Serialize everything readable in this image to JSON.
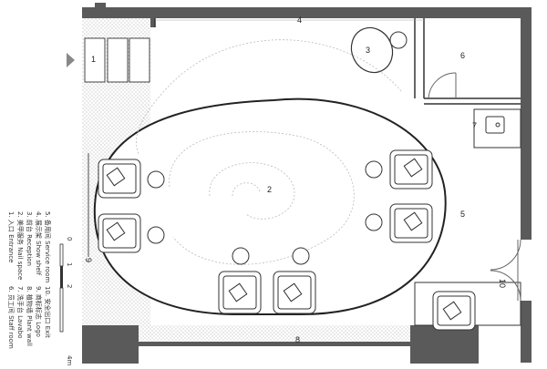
{
  "room_numbers": {
    "n1": "1",
    "n2": "2",
    "n3": "3",
    "n4": "4",
    "n5": "5",
    "n6": "6",
    "n7": "7",
    "n8": "8",
    "n9": "9",
    "n10": "10"
  },
  "legend": {
    "col1": [
      "1. 入口  Entrance",
      "2. 美甲服务  Nail space",
      "3. 前台  Reception",
      "4. 展示架  Show shelf",
      "5. 备用间  Service room"
    ],
    "col2": [
      "6. 员工间  Staff room",
      "7. 洗手台  Lavabo",
      "8. 植物墙  Plant wall",
      "9. 商标标志  Logo",
      "10. 安全出口  Exit"
    ]
  },
  "scale_bar": {
    "ticks": [
      "0",
      "1",
      "2",
      "4m"
    ]
  },
  "colors": {
    "wall": "#555555",
    "line": "#333333",
    "hatch": "#bbbbbb"
  }
}
